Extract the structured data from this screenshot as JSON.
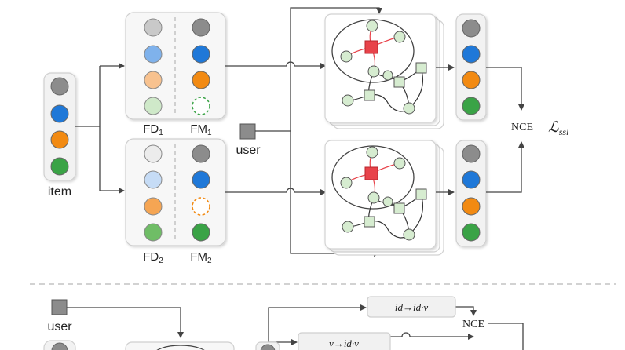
{
  "labels": {
    "item": "item",
    "user_top": "user",
    "user_bottom": "user",
    "fd1_main": "FD",
    "fd1_sub": "1",
    "fm1_main": "FM",
    "fm1_sub": "1",
    "fd2_main": "FD",
    "fd2_sub": "2",
    "fm2_main": "FM",
    "fm2_sub": "2",
    "nce_top": "NCE",
    "nce_bottom": "NCE",
    "loss_main": "ℒ",
    "loss_sub": "ssl",
    "map_top": "id→id·v",
    "map_bottom": "v→id·v"
  },
  "colors": {
    "gray": "#8c8c8c",
    "blue": "#1f78d8",
    "orange": "#f28a12",
    "green": "#3aa346",
    "light_gray": "#c9c9c9",
    "light_blue": "#7fb2ec",
    "light_orange": "#f8c28f",
    "light_green": "#cfe9c9",
    "pale_gray": "#ececec",
    "pale_blue": "#c6dcf6",
    "medium_orange": "#f5a553",
    "medium_green": "#6fbd66",
    "red_node": "#e8434a",
    "graph_node": "#d6ecd0"
  }
}
